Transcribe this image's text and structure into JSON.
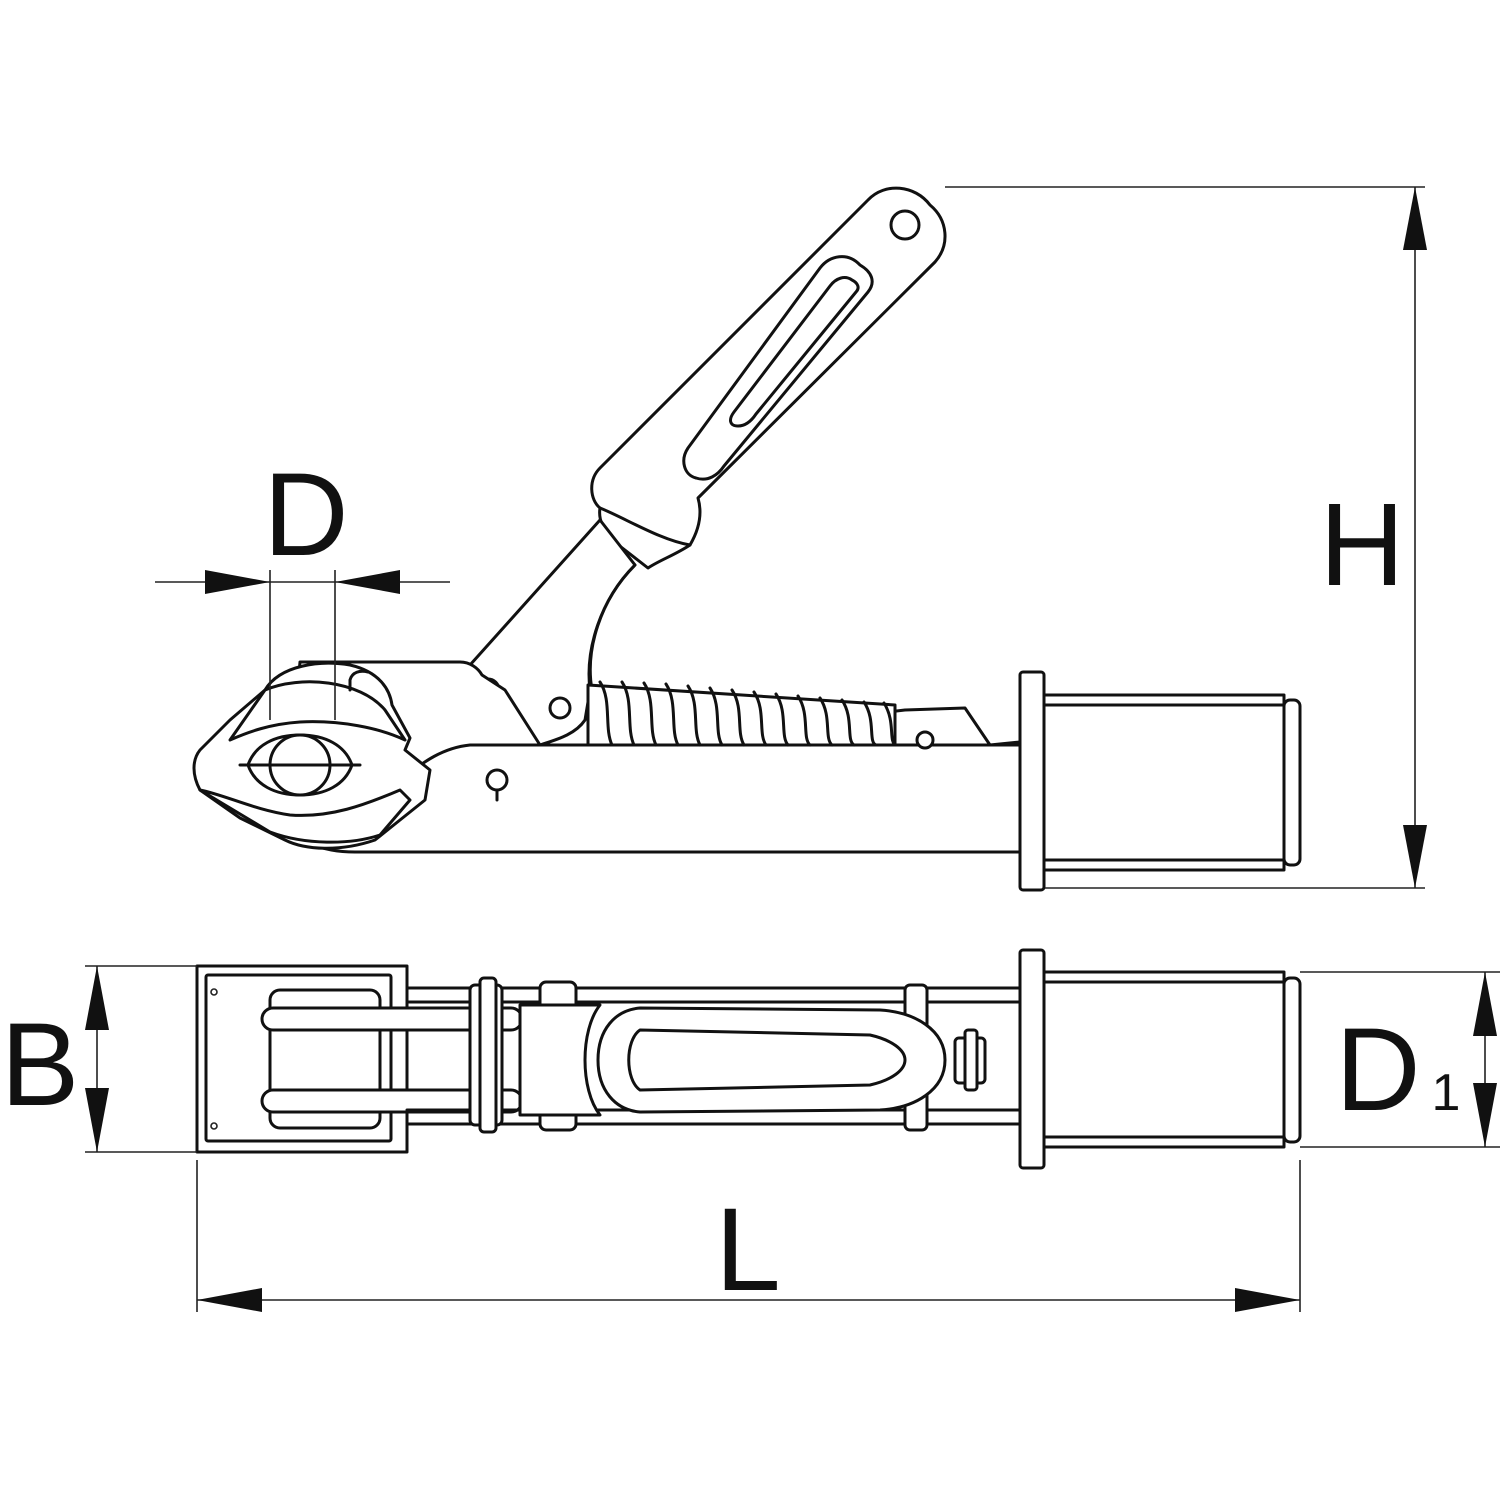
{
  "labels": {
    "D": "D",
    "H": "H",
    "B": "B",
    "D1_main": "D",
    "D1_sub": "1",
    "L": "L"
  },
  "colors": {
    "line": "#111111",
    "background": "#ffffff"
  }
}
